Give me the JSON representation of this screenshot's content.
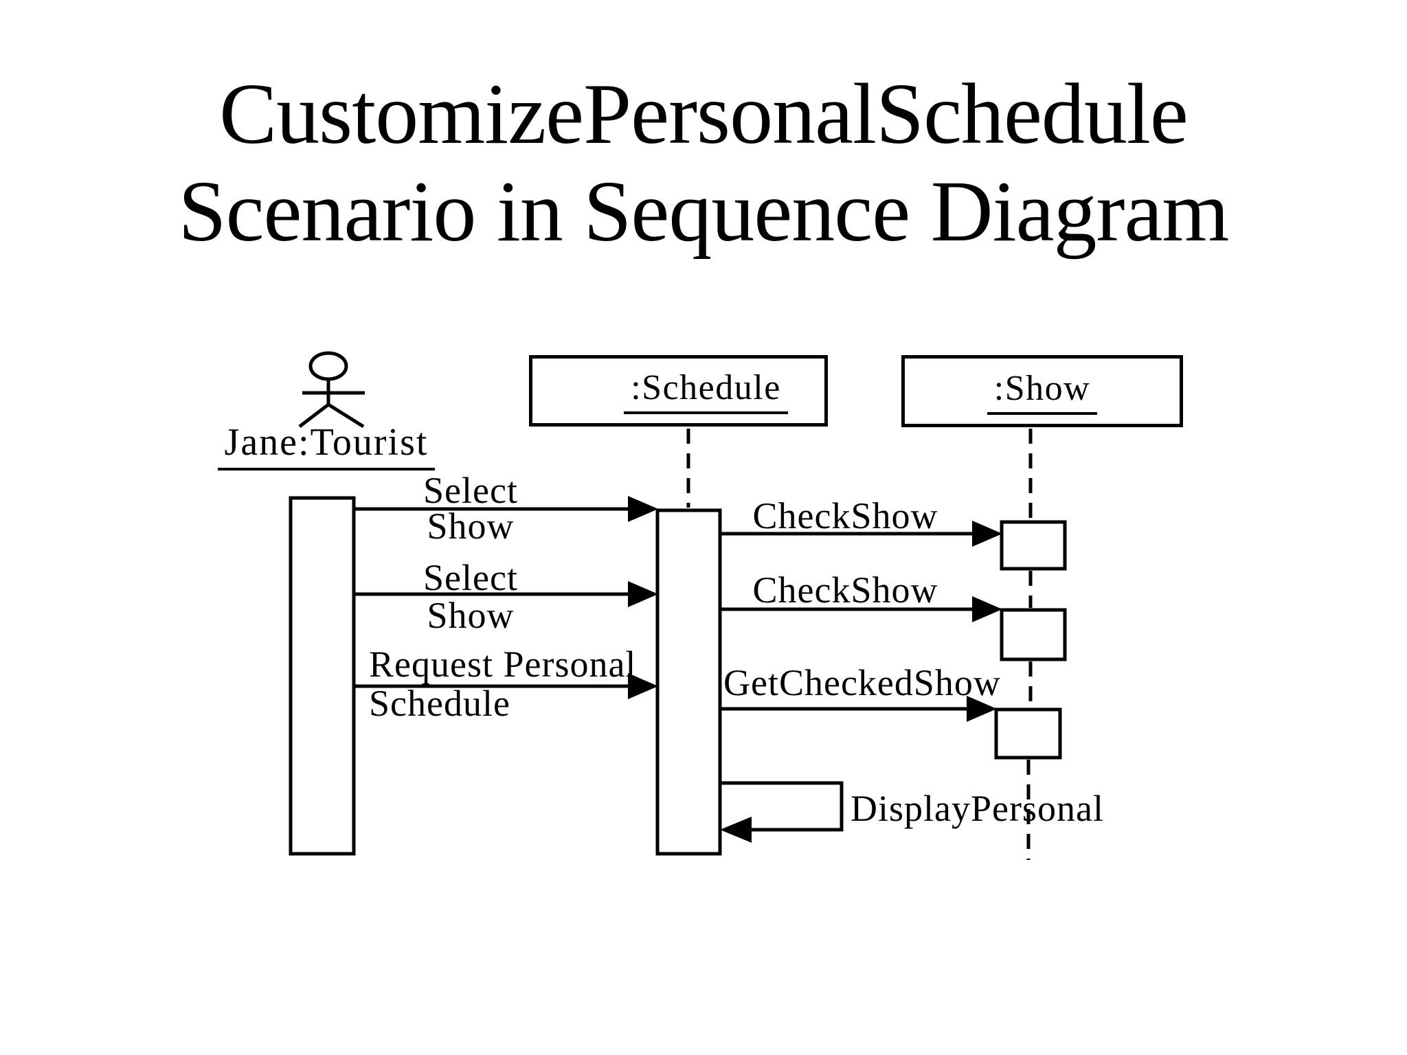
{
  "slide": {
    "title_line1": "CustomizePersonalSchedule",
    "title_line2": "Scenario in Sequence Diagram"
  },
  "diagram": {
    "type": "uml-sequence-diagram",
    "actor": {
      "label": "Jane:Tourist"
    },
    "lifelines": [
      {
        "label": ":Schedule"
      },
      {
        "label": ":Show"
      }
    ],
    "messages": [
      {
        "from": "Jane:Tourist",
        "to": ":Schedule",
        "label_line1": "Select",
        "label_line2": "Show"
      },
      {
        "from": "Jane:Tourist",
        "to": ":Schedule",
        "label_line1": "Select",
        "label_line2": "Show"
      },
      {
        "from": "Jane:Tourist",
        "to": ":Schedule",
        "label_line1": "Request Personal",
        "label_line2": "Schedule"
      },
      {
        "from": ":Schedule",
        "to": ":Show",
        "label": "CheckShow"
      },
      {
        "from": ":Schedule",
        "to": ":Show",
        "label": "CheckShow"
      },
      {
        "from": ":Schedule",
        "to": ":Show",
        "label": "GetCheckedShow"
      },
      {
        "from": ":Schedule",
        "to": ":Schedule",
        "type": "self",
        "label": "DisplayPersonal"
      }
    ],
    "colors": {
      "ink": "#000000",
      "paper": "#ffffff"
    }
  }
}
